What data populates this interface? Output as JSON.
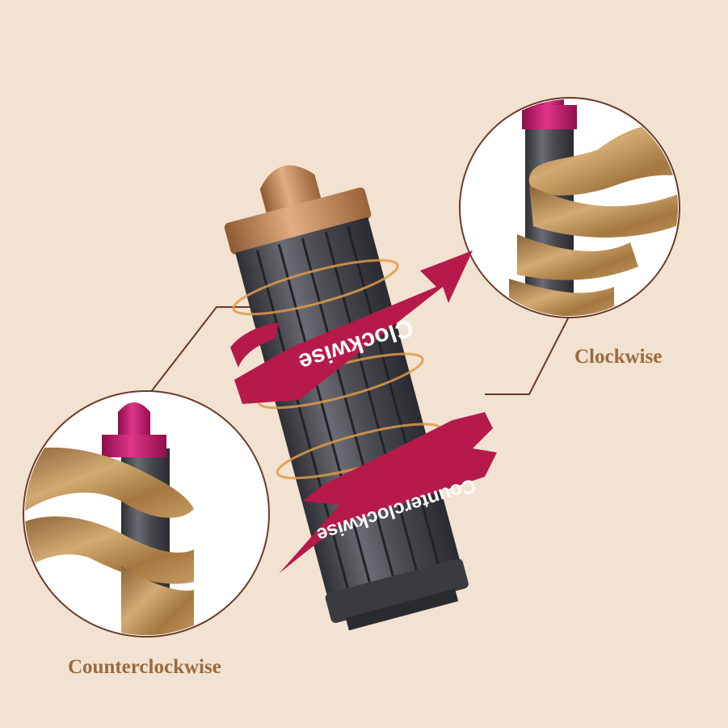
{
  "captions": {
    "right": "Clockwise",
    "left": "Counterclockwise"
  },
  "arrows": {
    "upper": "Clockwise",
    "lower": "Counterclockwise"
  },
  "colors": {
    "background": "#f2e2d1",
    "arrow": "#b51a4a",
    "caption": "#9a6a3e",
    "barrel": "#4e4f55",
    "cap_copper": "#c8895a",
    "cap_magenta": "#c7166b",
    "hair": "#b7884f"
  }
}
